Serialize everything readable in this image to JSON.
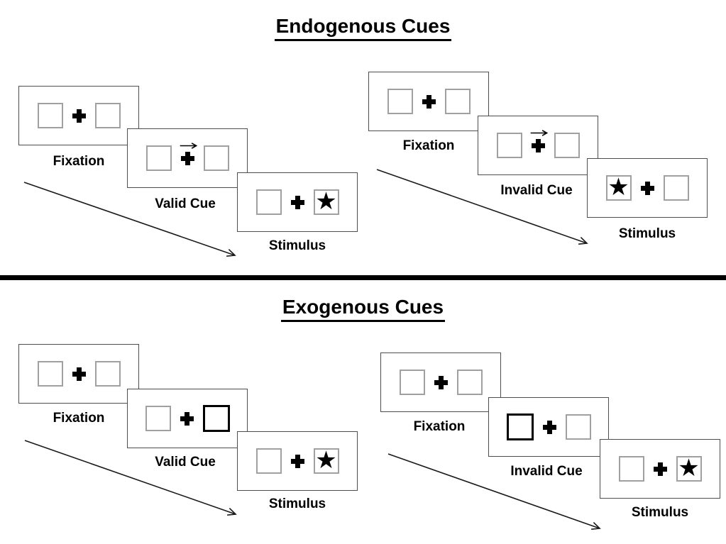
{
  "sections": [
    {
      "title": "Endogenous Cues",
      "groups": [
        {
          "condition": "valid",
          "panels": [
            {
              "label": "Fixation",
              "content": "fixation-cross-between-two-boxes"
            },
            {
              "label": "Valid Cue",
              "content": "right-arrow-above-fixation-cross"
            },
            {
              "label": "Stimulus",
              "content": "star-in-right-box"
            }
          ]
        },
        {
          "condition": "invalid",
          "panels": [
            {
              "label": "Fixation",
              "content": "fixation-cross-between-two-boxes"
            },
            {
              "label": "Invalid Cue",
              "content": "right-arrow-above-fixation-cross"
            },
            {
              "label": "Stimulus",
              "content": "star-in-left-box"
            }
          ]
        }
      ]
    },
    {
      "title": "Exogenous Cues",
      "groups": [
        {
          "condition": "valid",
          "panels": [
            {
              "label": "Fixation",
              "content": "fixation-cross-between-two-boxes"
            },
            {
              "label": "Valid Cue",
              "content": "right-box-highlighted-bold"
            },
            {
              "label": "Stimulus",
              "content": "star-in-right-box"
            }
          ]
        },
        {
          "condition": "invalid",
          "panels": [
            {
              "label": "Fixation",
              "content": "fixation-cross-between-two-boxes"
            },
            {
              "label": "Invalid Cue",
              "content": "left-box-highlighted-bold"
            },
            {
              "label": "Stimulus",
              "content": "star-in-right-box"
            }
          ]
        }
      ]
    }
  ],
  "glyphs": {
    "star": "★"
  },
  "colors": {
    "ink": "#000000",
    "panel_border": "#4d4d4d",
    "box_border": "#a0a0a0",
    "divider": "#000000"
  }
}
